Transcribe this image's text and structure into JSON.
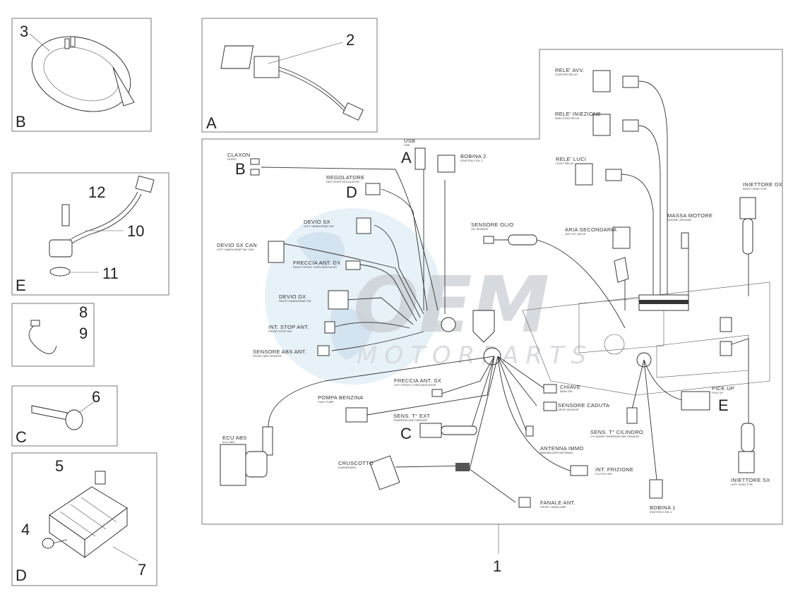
{
  "panels": {
    "p3": {
      "number": "3",
      "letter": "B"
    },
    "p2": {
      "number": "2",
      "letter": "A"
    },
    "p12": {
      "numbers": [
        "12",
        "10",
        "11"
      ],
      "letter": "E"
    },
    "p8": {
      "numbers": [
        "8",
        "9"
      ]
    },
    "p6": {
      "number": "6",
      "letter": "C"
    },
    "p5": {
      "numbers": [
        "5",
        "4",
        "7"
      ],
      "letter": "D"
    }
  },
  "main": {
    "number": "1"
  },
  "watermark": {
    "brand": "OEM",
    "sub": "MOTORPARTS"
  },
  "labels": {
    "claxon": {
      "main": "CLAXON",
      "sub": "HORN",
      "letter": "B"
    },
    "usb": {
      "main": "USB",
      "sub": "USB",
      "letter": "A"
    },
    "bobina2": {
      "main": "BOBINA 2",
      "sub": "IGNITION COIL 2"
    },
    "regolatore": {
      "main": "REGOLATORE",
      "sub": "RECTIFIER REGULATOR",
      "letter": "D"
    },
    "devio_sx": {
      "main": "DEVIO SX",
      "sub": "LEFT HANDLEBAR SW"
    },
    "devio_sx_can": {
      "main": "DEVIO SX CAN",
      "sub": "LEFT HANDLEBAR SW CAN"
    },
    "freccia_dx": {
      "main": "FRECCIA ANT. DX",
      "sub": "RIGHT FRONT TURN INDICATOR"
    },
    "devio_dx": {
      "main": "DEVIO DX",
      "sub": "RIGHT HANDLEBAR SW"
    },
    "int_stop": {
      "main": "INT. STOP ANT.",
      "sub": "FRONT STOP SW"
    },
    "sensore_abs": {
      "main": "SENSORE ABS ANT.",
      "sub": "FRONT ABS SENSOR"
    },
    "freccia_sx": {
      "main": "FRECCIA ANT. SX",
      "sub": "LEFT FRONT TURN INDICATOR"
    },
    "pompa": {
      "main": "POMPA BENZINA",
      "sub": "FUEL PUMP"
    },
    "ecu_abs": {
      "main": "ECU ABS",
      "sub": "ECU ABS"
    },
    "sens_ext": {
      "main": "SENS. T° EXT",
      "sub": "TEMPERATURE SENSOR",
      "letter": "C"
    },
    "cruscotto": {
      "main": "CRUSCOTTO",
      "sub": "DASHBOARD"
    },
    "fanale": {
      "main": "FANALE ANT.",
      "sub": "FRONT HEADLAMP"
    },
    "rele_avv": {
      "main": "RELE' AVV.",
      "sub": "STARTER RELAY"
    },
    "rele_inj": {
      "main": "RELE' INIEZIONE",
      "sub": "INJECTION RELAY"
    },
    "rele_luci": {
      "main": "RELE' LUCI",
      "sub": "LIGHT RELAY"
    },
    "sensore_olio": {
      "main": "SENSORE OLIO",
      "sub": "OIL SENSOR"
    },
    "aria_sec": {
      "main": "ARIA SECONDARIA",
      "sub": "AIR CUT VALVE"
    },
    "massa": {
      "main": "MASSA MOTORE",
      "sub": "ENGINE GROUND"
    },
    "iniettore_dx": {
      "main": "INIETTORE DX",
      "sub": "RIGHT INJECTOR"
    },
    "iniettore_sx": {
      "main": "INIETTORE SX",
      "sub": "LEFT INJECTOR"
    },
    "chiave": {
      "main": "CHIAVE",
      "sub": "MAIN SW"
    },
    "sensore_caduta": {
      "main": "SENSORE CADUTA",
      "sub": "DROP SENSOR"
    },
    "antenna": {
      "main": "ANTENNA IMMO",
      "sub": "IMMOBILIZER ANTENNA"
    },
    "int_frizione": {
      "main": "INT. FRIZIONE",
      "sub": "CLUTCH SW"
    },
    "sens_cil": {
      "main": "SENS. T° CILINDRO",
      "sub": "CYLINDER TEMPERATURE SENSOR"
    },
    "pickup": {
      "main": "PICK UP",
      "sub": "PICK UP",
      "letter": "E"
    },
    "bobina1": {
      "main": "BOBINA 1",
      "sub": "IGNITION COIL 1"
    }
  }
}
